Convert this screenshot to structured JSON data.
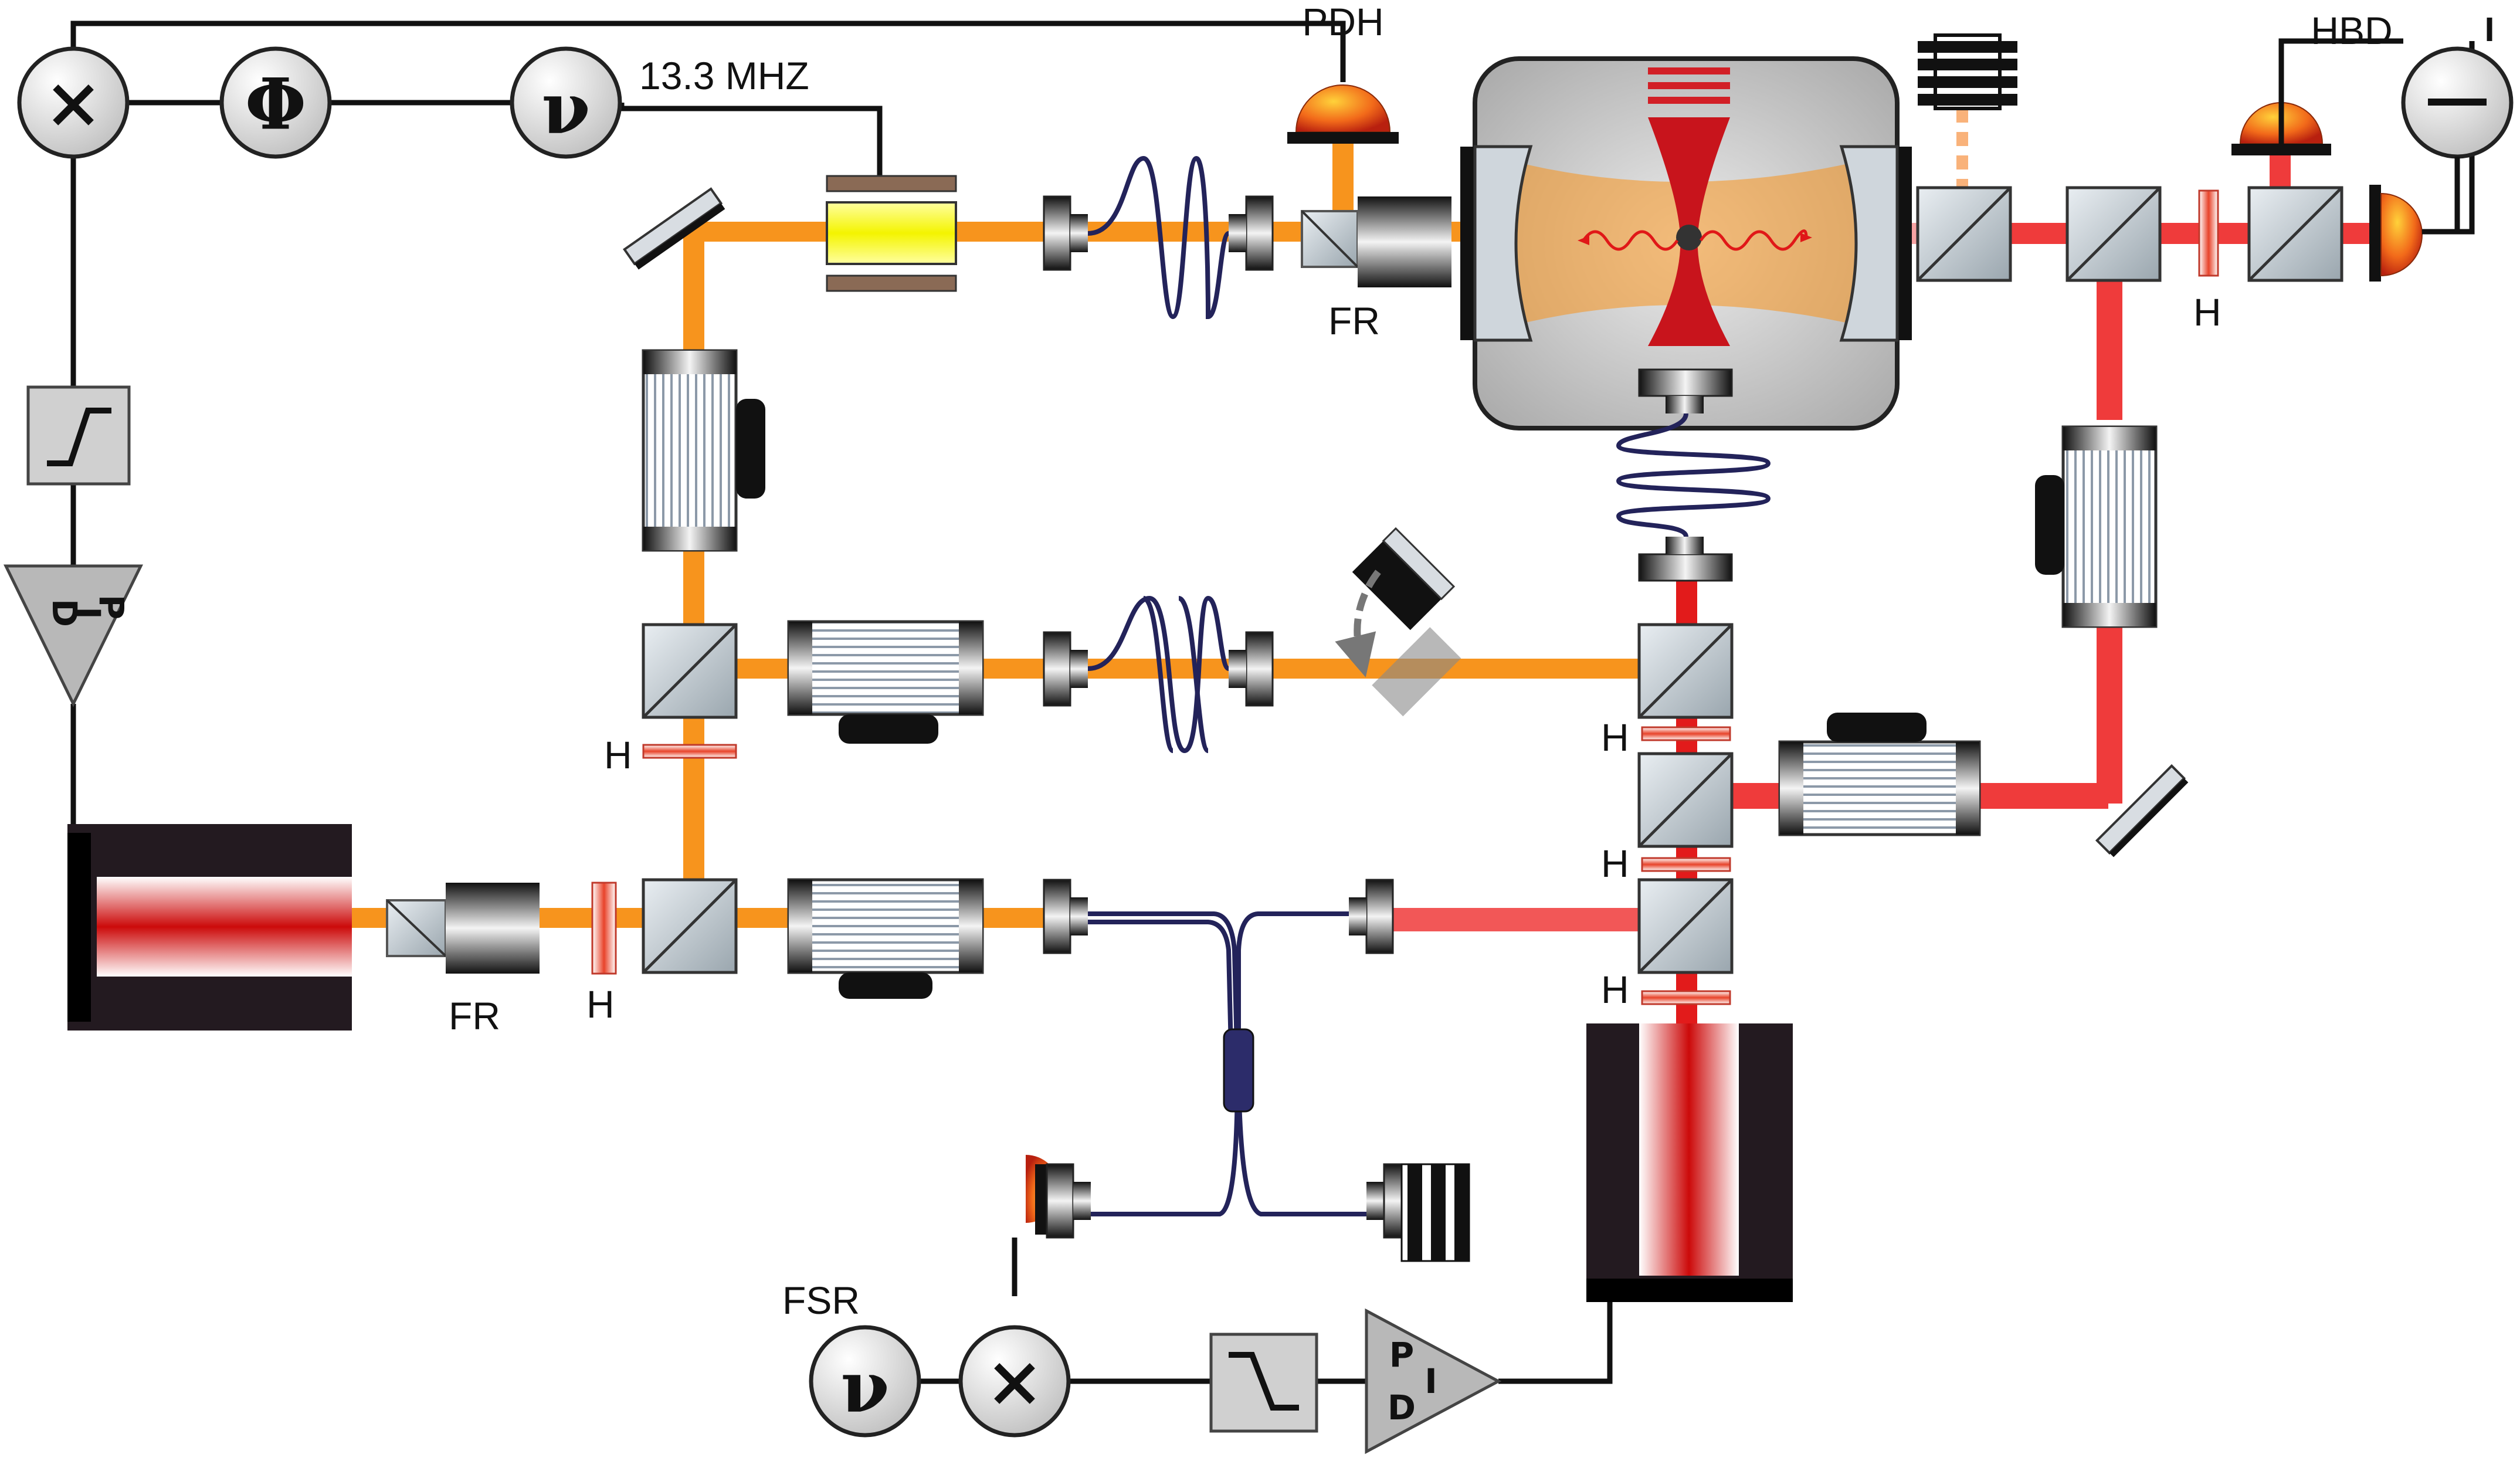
{
  "labels": {
    "pdh": "PDH",
    "freq_13": "13.3 MHZ",
    "fr_top": "FR",
    "fr_bottom": "FR",
    "hbd": "HBD",
    "fsr": "FSR",
    "h_hbd": "H",
    "h_left": "H",
    "h_bottom": "H",
    "h_1": "H",
    "h_2": "H",
    "h_3": "H"
  },
  "symbols": {
    "mixer": "×",
    "phase": "Φ",
    "frequency": "ν",
    "minus": "—",
    "pid_p": "P",
    "pid_i": "I",
    "pid_d": "D"
  },
  "colors": {
    "orange_beam": "#f7941d",
    "red_beam": "#ef3b3b",
    "pink_beam": "#f47f7f",
    "fiber": "#23235a",
    "chamber": "#cfcfcf",
    "laser_body": "#231a20"
  }
}
